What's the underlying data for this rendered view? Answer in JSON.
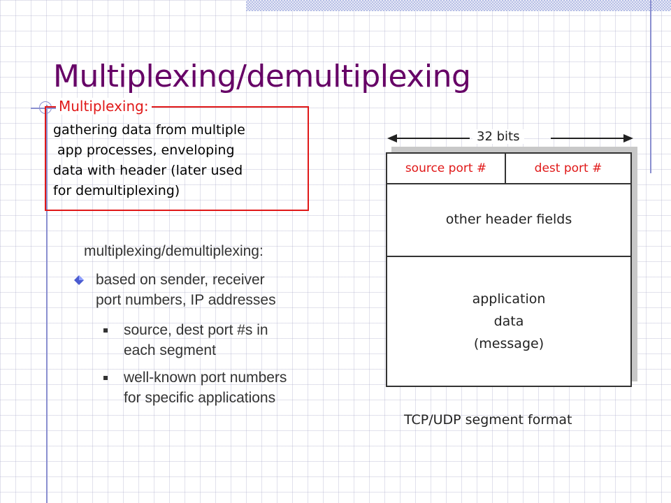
{
  "slide": {
    "title": "Multiplexing/demultiplexing"
  },
  "callout": {
    "heading": "Multiplexing:",
    "body": "gathering data from multiple\n app processes, enveloping\ndata with header (later used\nfor demultiplexing)"
  },
  "content": {
    "heading": "multiplexing/demultiplexing:",
    "bullet": "based on sender, receiver port numbers, IP addresses",
    "bullet_lines": [
      "based on sender, receiver",
      "port numbers, IP addresses"
    ],
    "subbullets": [
      {
        "lines": [
          "source, dest port #s in",
          "each segment"
        ]
      },
      {
        "lines": [
          "well-known port numbers",
          "for specific applications"
        ]
      }
    ]
  },
  "diagram": {
    "width_label": "32 bits",
    "source_port": "source port #",
    "dest_port": "dest port #",
    "other_fields": "other header fields",
    "app_data_lines": [
      "application",
      "data",
      "(message)"
    ],
    "caption": "TCP/UDP segment format"
  },
  "colors": {
    "title": "#660066",
    "callout_accent": "#e01818",
    "bullet_diamond": "#4a5bd0",
    "decoration": "#8a8fd0"
  }
}
